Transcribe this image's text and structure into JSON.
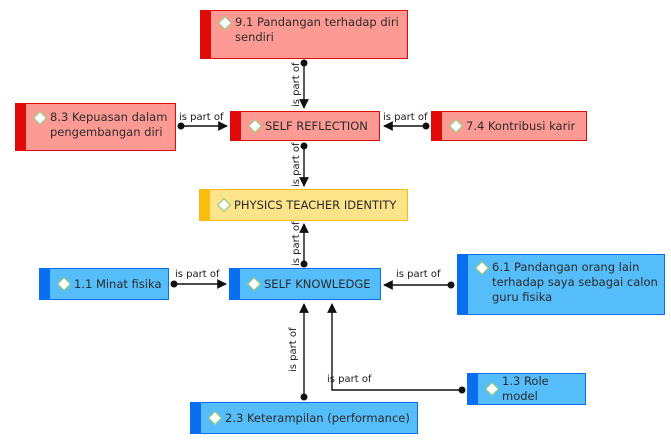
{
  "diagram": {
    "colors": {
      "red_fill": "#fd9a94",
      "red_accent": "#e00a0a",
      "yellow_fill": "#fde38a",
      "yellow_accent": "#fbbd10",
      "blue_fill": "#54bdfa",
      "blue_accent": "#0a6ef0",
      "diamond_border": "#8ac46b"
    },
    "nodes": {
      "n91": {
        "label": "9.1 Pandangan terhadap diri\nsendiri",
        "color": "red"
      },
      "n83": {
        "label": "8.3 Kepuasan dalam\npengembangan diri",
        "color": "red"
      },
      "self_reflection": {
        "label": "SELF REFLECTION",
        "color": "red"
      },
      "n74": {
        "label": "7.4 Kontribusi karir",
        "color": "red"
      },
      "physics_identity": {
        "label": "PHYSICS TEACHER IDENTITY",
        "color": "yellow"
      },
      "n11": {
        "label": "1.1 Minat fisika",
        "color": "blue"
      },
      "self_knowledge": {
        "label": "SELF KNOWLEDGE",
        "color": "blue"
      },
      "n61": {
        "label": "6.1 Pandangan orang lain\nterhadap saya sebagai calon\nguru fisika",
        "color": "blue"
      },
      "n13": {
        "label": "1.3 Role model",
        "color": "blue"
      },
      "n23": {
        "label": "2.3 Keterampilan (performance)",
        "color": "blue"
      }
    },
    "links": [
      {
        "from": "9.1 Pandangan terhadap diri sendiri",
        "to": "SELF REFLECTION",
        "label": "is part of"
      },
      {
        "from": "8.3 Kepuasan dalam pengembangan diri",
        "to": "SELF REFLECTION",
        "label": "is part of"
      },
      {
        "from": "7.4 Kontribusi karir",
        "to": "SELF REFLECTION",
        "label": "is part of"
      },
      {
        "from": "SELF REFLECTION",
        "to": "PHYSICS TEACHER IDENTITY",
        "label": "is part of"
      },
      {
        "from": "SELF KNOWLEDGE",
        "to": "PHYSICS TEACHER IDENTITY",
        "label": "is part of"
      },
      {
        "from": "1.1 Minat fisika",
        "to": "SELF KNOWLEDGE",
        "label": "is part of"
      },
      {
        "from": "6.1 Pandangan orang lain terhadap saya sebagai calon guru fisika",
        "to": "SELF KNOWLEDGE",
        "label": "is part of"
      },
      {
        "from": "2.3 Keterampilan (performance)",
        "to": "SELF KNOWLEDGE",
        "label": "is part of"
      },
      {
        "from": "1.3 Role model",
        "to": "SELF KNOWLEDGE",
        "label": "is part of"
      }
    ]
  }
}
